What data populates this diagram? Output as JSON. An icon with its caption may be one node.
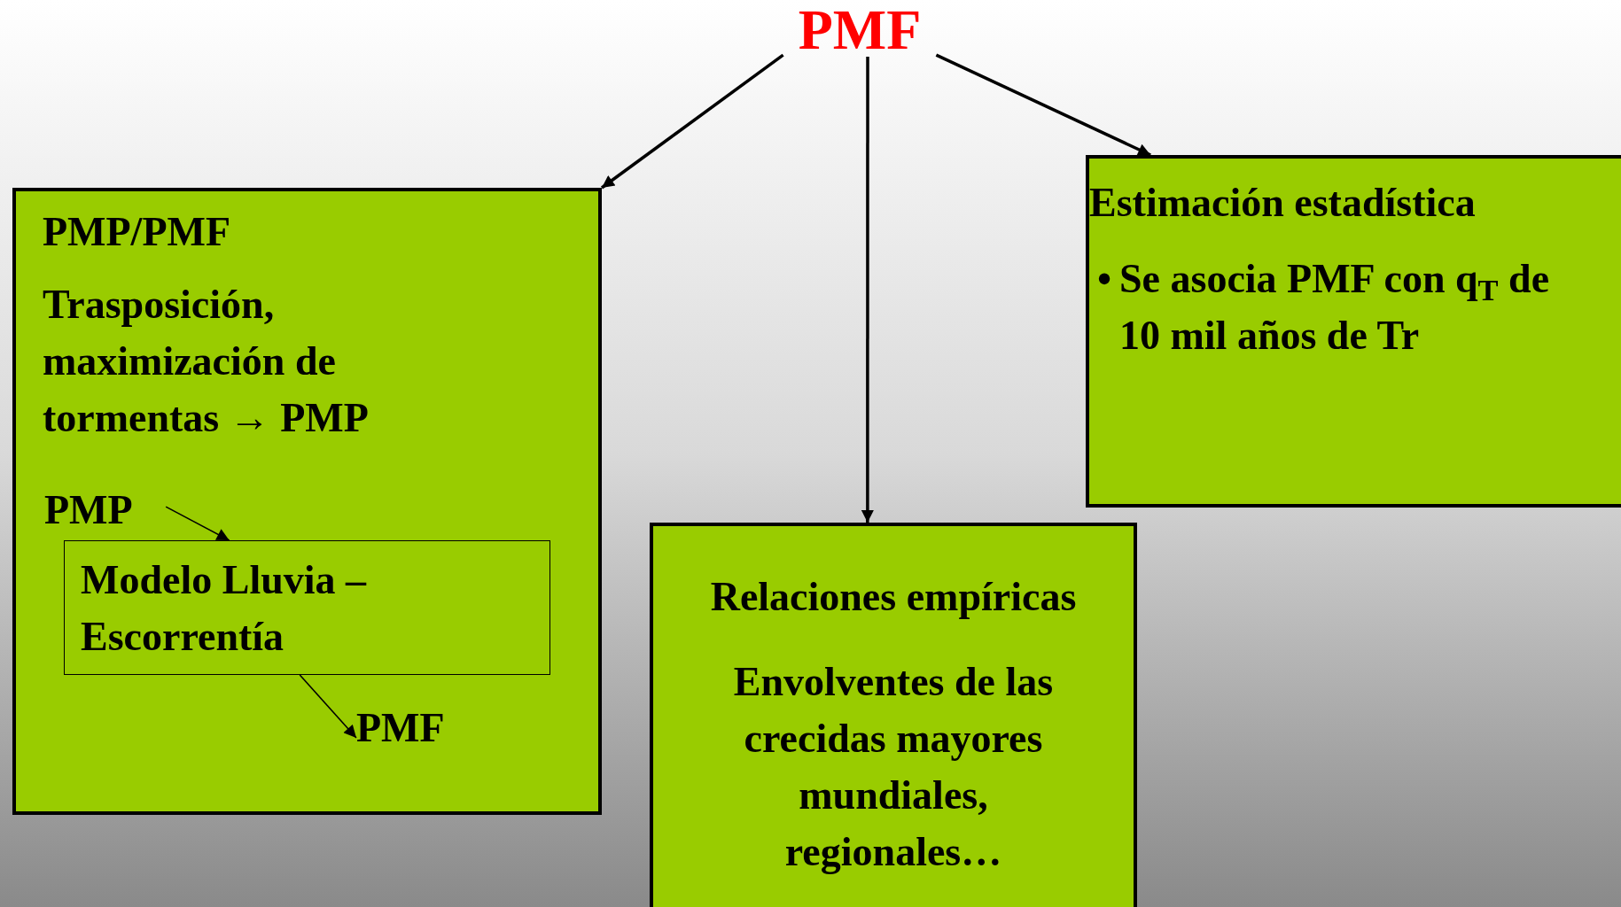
{
  "diagram": {
    "nodes": [
      {
        "text": [
          "PMF"
        ]
      },
      {
        "text": [
          "PMP/PMF",
          "Trasposición, maximización de tormentas → PMP"
        ]
      },
      {
        "text": [
          "Relaciones empíricas",
          "Envolventes de las crecidas mayores mundiales, regionales…"
        ]
      },
      {
        "text": [
          "Estimación estadística",
          "Se asocia PMF con q$_{T}$ de 10 mil años de Tr"
        ]
      },
      {
        "text": [
          "PMP"
        ],
        "in": 1
      },
      {
        "text": [
          "Modelo Lluvia – Escorrentía"
        ],
        "in": 1
      },
      {
        "text": [
          "PMF"
        ],
        "in": 1
      }
    ],
    "edges": [
      {
        "from": 0,
        "to": 1,
        "arrow": "to"
      },
      {
        "from": 0,
        "to": 2,
        "arrow": "to"
      },
      {
        "from": 0,
        "to": 3,
        "arrow": "to"
      },
      {
        "from": 4,
        "to": 5,
        "arrow": "to"
      },
      {
        "from": 5,
        "to": 6,
        "arrow": "to"
      }
    ],
    "labels": [
      "•"
    ]
  }
}
